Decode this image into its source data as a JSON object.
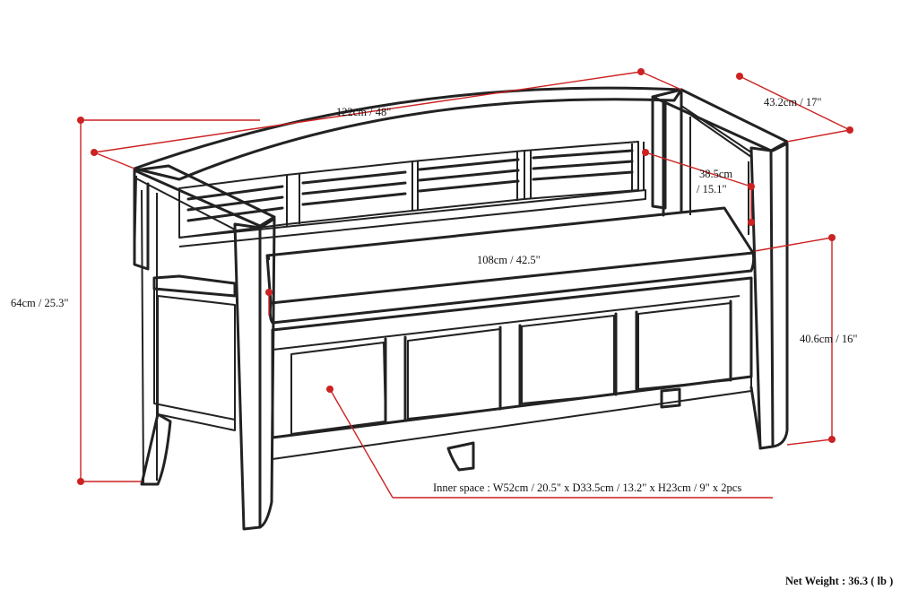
{
  "dimensions": {
    "width_total": "122cm / 48\"",
    "depth": "43.2cm / 17\"",
    "seat_to_arm_top": "38.5cm",
    "seat_to_arm_top_in": "/ 15.1\"",
    "seat_width": "108cm / 42.5\"",
    "height_total": "64cm / 25.3\"",
    "seat_height": "40.6cm / 16\""
  },
  "inner_space": "Inner space : W52cm / 20.5\" x D33.5cm / 13.2\" x H23cm / 9\" x 2pcs",
  "net_weight": "Net Weight : 36.3 ( lb )",
  "colors": {
    "outline": "#222222",
    "dimension": "#cc2222",
    "background": "#ffffff"
  }
}
